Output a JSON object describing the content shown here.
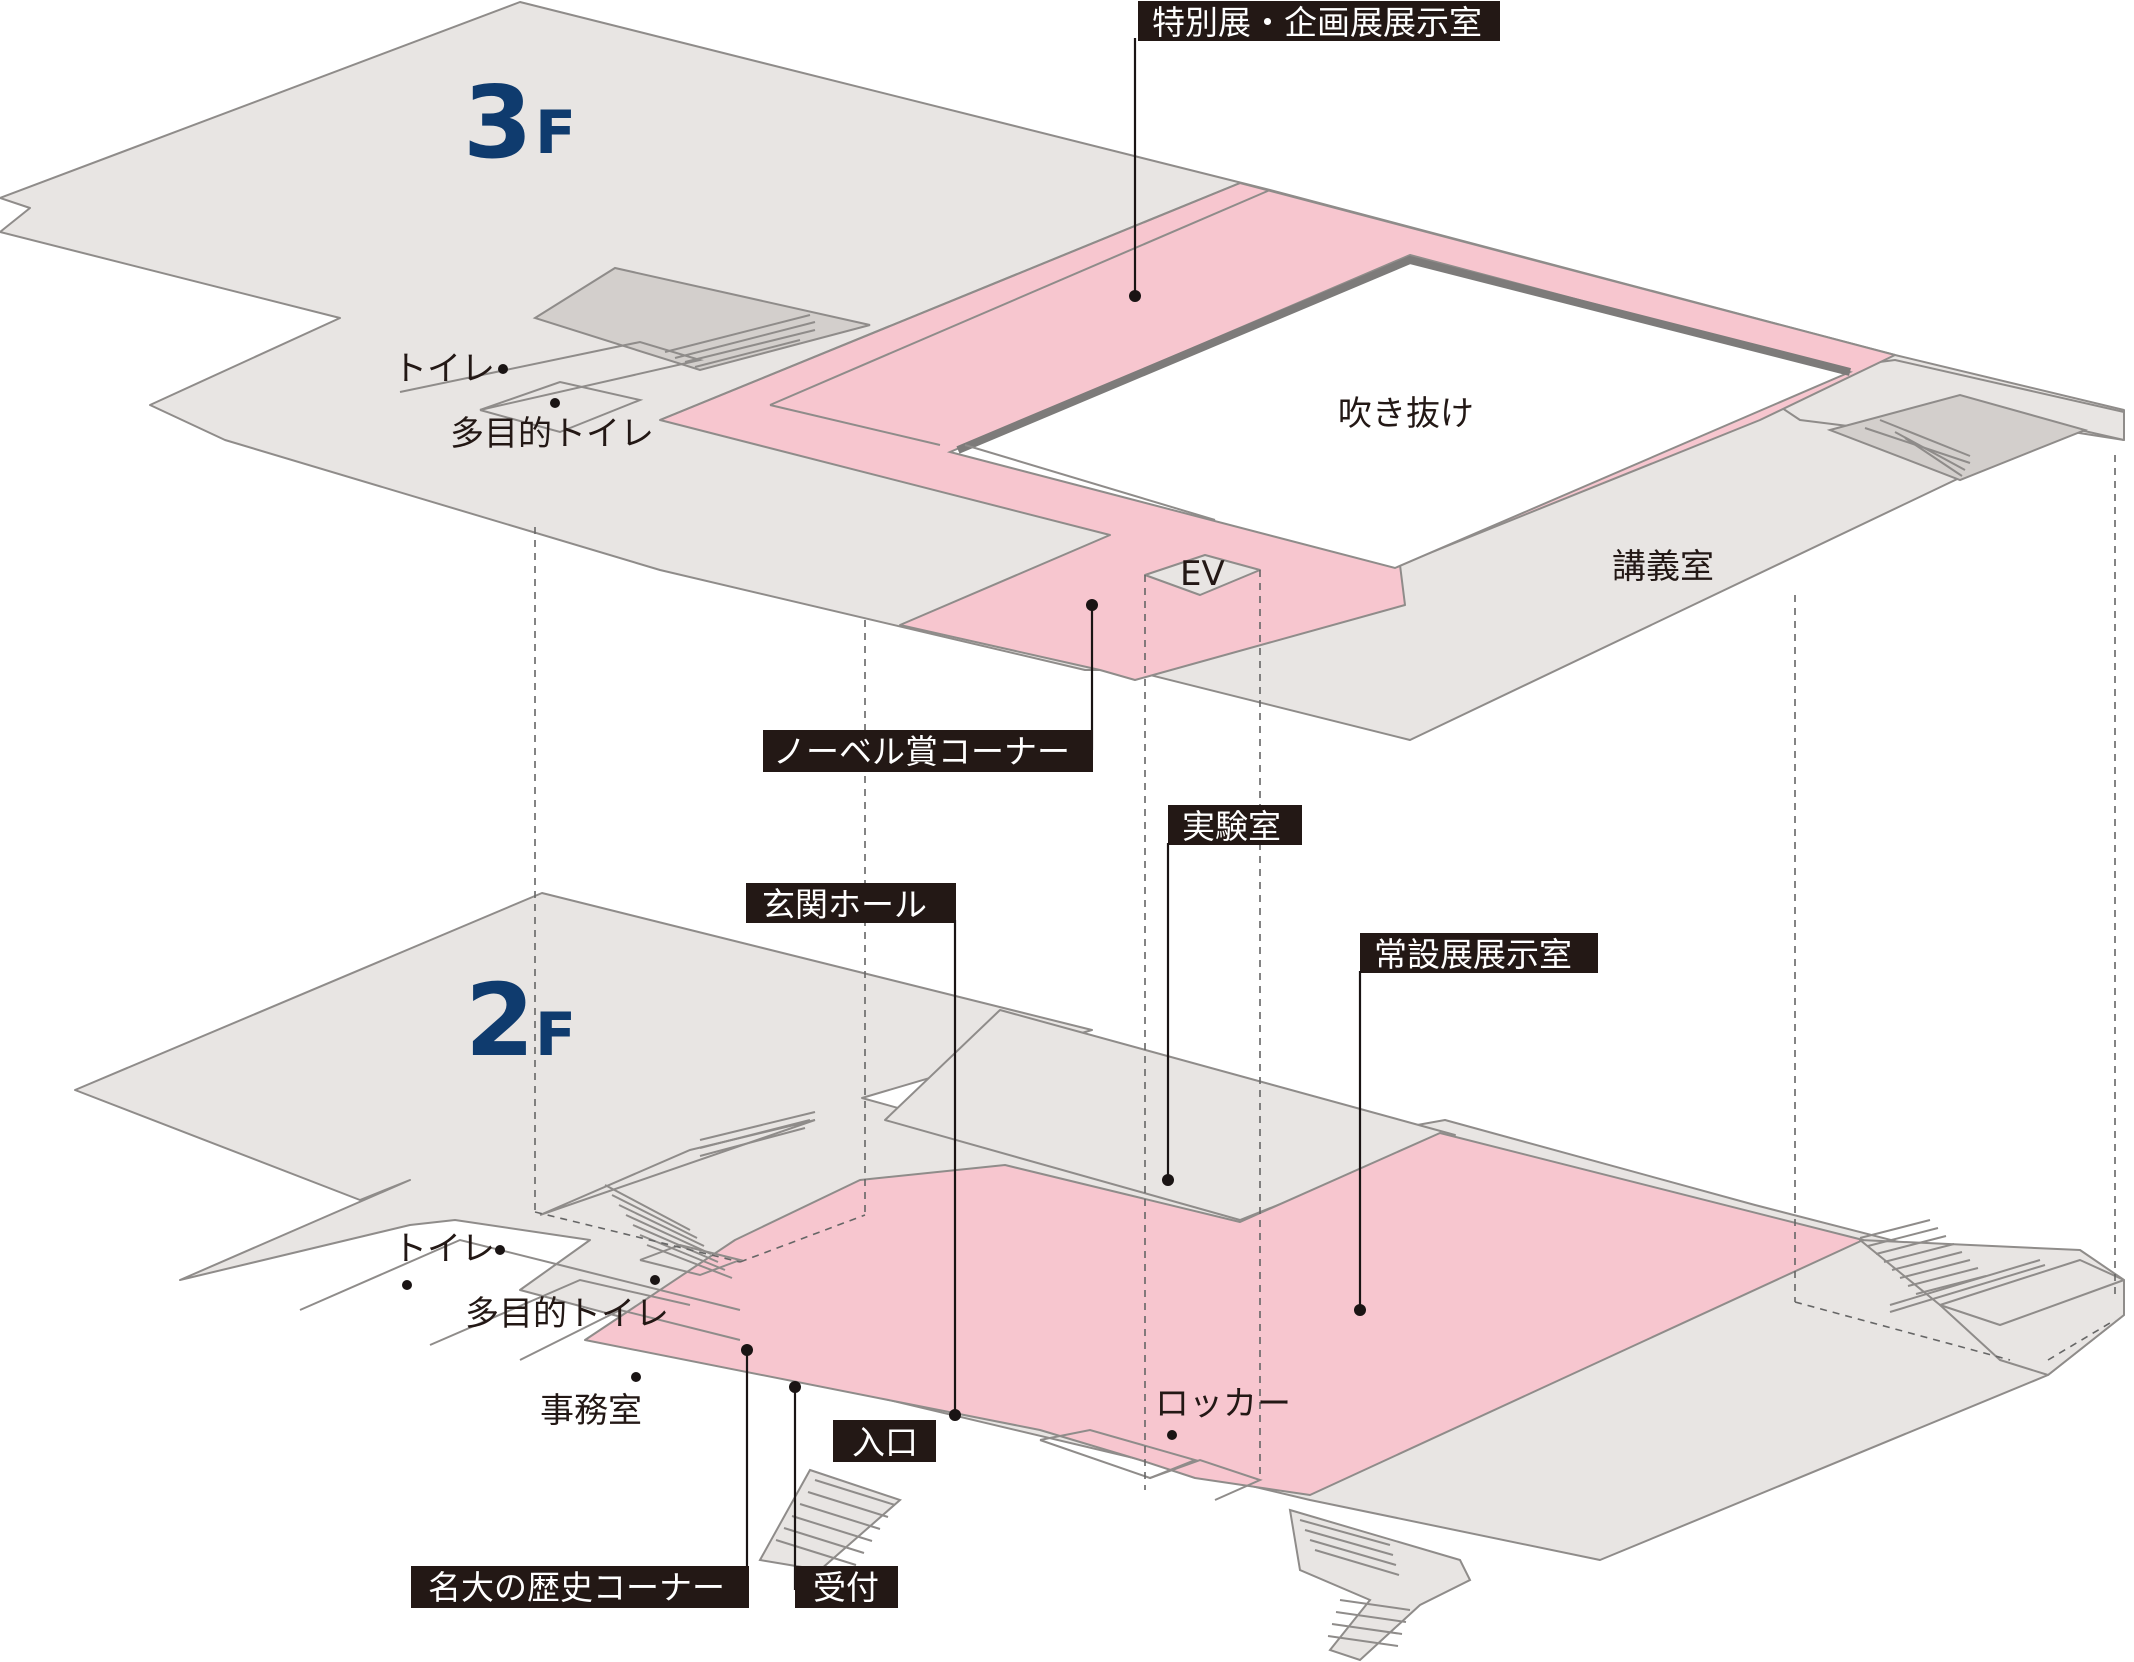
{
  "floors": [
    {
      "id": "3f",
      "num": "3",
      "unit": "F"
    },
    {
      "id": "2f",
      "num": "2",
      "unit": "F"
    }
  ],
  "colors": {
    "floor": "#e8e5e3",
    "exhibit_pink": "#f7c6cf",
    "outline": "#8f8c8a",
    "floor_label": "#0f3b6e",
    "tag_background": "#231815"
  },
  "labels_3f": {
    "special_exhibit": "特別展・企画展展示室",
    "atrium": "吹き抜け",
    "lecture_room": "講義室",
    "toilet": "トイレ",
    "accessible_toilet": "多目的トイレ",
    "ev": "EV",
    "nobel_corner": "ノーベル賞コーナー"
  },
  "labels_2f": {
    "lab": "実験室",
    "entrance_hall": "玄関ホール",
    "permanent_exhibit": "常設展展示室",
    "toilet": "トイレ",
    "accessible_toilet": "多目的トイレ",
    "office": "事務室",
    "locker": "ロッカー",
    "entrance": "入口",
    "history_corner": "名大の歴史コーナー",
    "reception": "受付"
  }
}
